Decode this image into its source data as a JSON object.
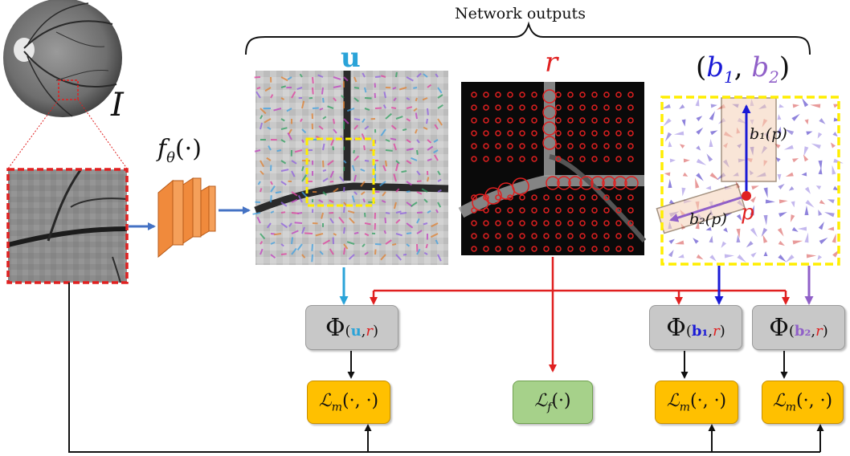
{
  "title": "Network outputs",
  "input_label": "I",
  "network_label": "f",
  "network_sub": "θ",
  "network_arg": "(·)",
  "output_u": "u",
  "output_r": "r",
  "output_b": {
    "open": "(",
    "b1": "b",
    "b1_sub": "1",
    "comma": ",",
    "b2": "b",
    "b2_sub": "2",
    "close": ")"
  },
  "annotations": {
    "b1p": "b₁(p)",
    "b2p": "b₂(p)",
    "p": "p"
  },
  "phi_boxes": [
    {
      "symbol": "Φ",
      "sub_main": "u",
      "sub_r": "r"
    },
    {
      "symbol": "Φ",
      "sub_main": "b₁",
      "sub_r": "r"
    },
    {
      "symbol": "Φ",
      "sub_main": "b₂",
      "sub_r": "r"
    }
  ],
  "loss_boxes": {
    "lm": {
      "symbol": "ℒ",
      "sub": "m",
      "arg": "(·, ·)"
    },
    "lf": {
      "symbol": "ℒ",
      "sub": "f",
      "arg": "(·)"
    }
  },
  "colors": {
    "u": "#2aa3d8",
    "r": "#e02020",
    "b1": "#1a1ad6",
    "b2": "#9060c8",
    "highlight": "#ffee00",
    "crop": "#e02020",
    "flow": "#4472c4"
  },
  "icons": [
    "fundus-image",
    "crop-patch",
    "network-block-icon",
    "vector-field-u",
    "radius-map-r",
    "bifurcation-field-b"
  ]
}
